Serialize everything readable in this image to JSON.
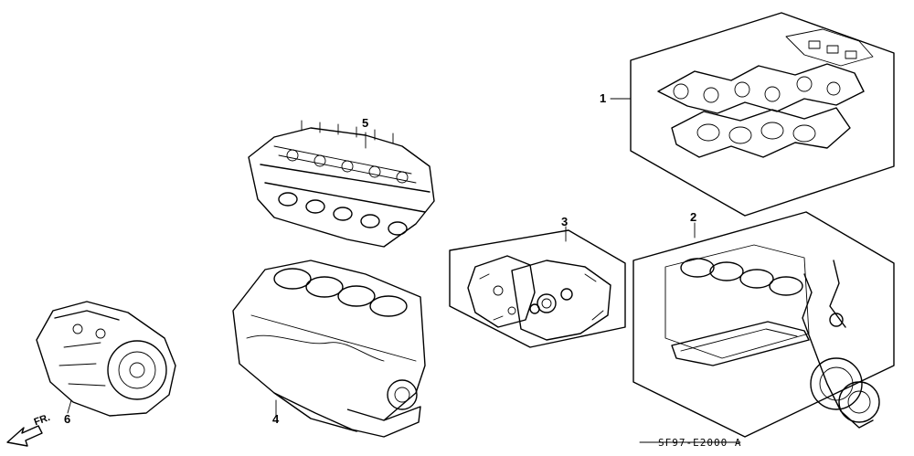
{
  "diagram": {
    "callouts": [
      {
        "id": "1",
        "label": "1"
      },
      {
        "id": "2",
        "label": "2"
      },
      {
        "id": "3",
        "label": "3"
      },
      {
        "id": "4",
        "label": "4"
      },
      {
        "id": "5",
        "label": "5"
      },
      {
        "id": "6",
        "label": "6"
      }
    ],
    "direction_marker": "FR.",
    "drawing_code": "SF97-E2000 A"
  }
}
